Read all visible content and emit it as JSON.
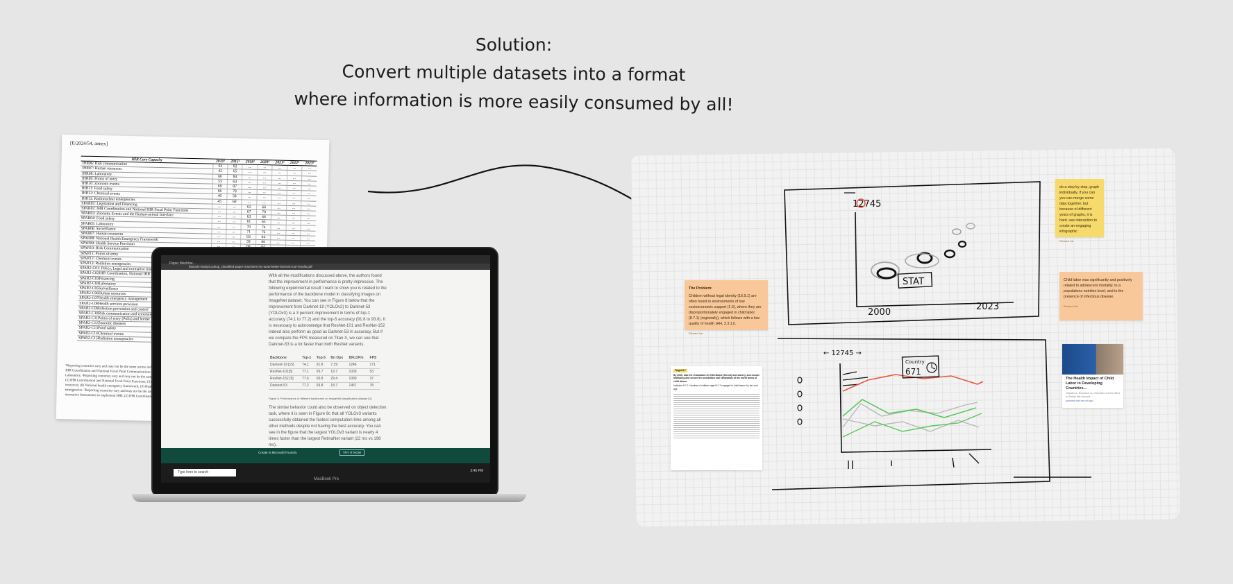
{
  "headline": {
    "line1": "Solution:",
    "line2": "Convert multiple datasets into a format",
    "line3": "where information is more easily consumed by all!"
  },
  "paper": {
    "ref": "[E/2024/54, annex]",
    "title": "IHR Core Capacity",
    "columns": [
      "2010¹",
      "2015¹",
      "2018²",
      "2020²",
      "2021²",
      "2022²",
      "2023²"
    ],
    "rows": [
      {
        "name": "IHR06: Risk communication",
        "v": [
          "63",
          "82",
          "...",
          "...",
          "...",
          "...",
          "..."
        ]
      },
      {
        "name": "IHR07: Human resources",
        "v": [
          "42",
          "65",
          "...",
          "...",
          "...",
          "...",
          "..."
        ]
      },
      {
        "name": "IHR08: Laboratory",
        "v": [
          "66",
          "84",
          "...",
          "...",
          "...",
          "...",
          "..."
        ]
      },
      {
        "name": "IHR09: Points of entry",
        "v": [
          "53",
          "63",
          "...",
          "...",
          "...",
          "...",
          "..."
        ]
      },
      {
        "name": "IHR10: Zoonotic events",
        "v": [
          "69",
          "87",
          "...",
          "...",
          "...",
          "...",
          "..."
        ]
      },
      {
        "name": "IHR11: Food safety",
        "v": [
          "66",
          "78",
          "...",
          "...",
          "...",
          "...",
          "..."
        ]
      },
      {
        "name": "IHR12: Chemical events",
        "v": [
          "40",
          "58",
          "...",
          "...",
          "...",
          "...",
          "..."
        ]
      },
      {
        "name": "IHR13: Radionuclear emergencies",
        "v": [
          "45",
          "60",
          "...",
          "...",
          "...",
          "...",
          "..."
        ]
      },
      {
        "name": "SPAR01: Legislation and Financing",
        "v": [
          "...",
          "...",
          "62",
          "66",
          "...",
          "...",
          "..."
        ]
      },
      {
        "name": "SPAR02: IHR Coordination and National IHR Focal Point Functions",
        "v": [
          "...",
          "...",
          "67",
          "70",
          "...",
          "...",
          "..."
        ]
      },
      {
        "name": "SPAR03: Zoonotic Events and the Human-animal Interface",
        "v": [
          "...",
          "...",
          "63",
          "66",
          "...",
          "...",
          "..."
        ]
      },
      {
        "name": "SPAR04: Food safety",
        "v": [
          "...",
          "...",
          "61",
          "65",
          "...",
          "...",
          "..."
        ]
      },
      {
        "name": "SPAR05: Laboratory",
        "v": [
          "...",
          "...",
          "70",
          "74",
          "...",
          "...",
          "..."
        ]
      },
      {
        "name": "SPAR06: Surveillance",
        "v": [
          "...",
          "...",
          "71",
          "76",
          "...",
          "...",
          "..."
        ]
      },
      {
        "name": "SPAR07: Human resources",
        "v": [
          "...",
          "...",
          "63",
          "64",
          "...",
          "...",
          "..."
        ]
      },
      {
        "name": "SPAR08: National Health Emergency Framework",
        "v": [
          "...",
          "...",
          "59",
          "66",
          "...",
          "...",
          "..."
        ]
      },
      {
        "name": "SPAR09: Health Service Provision",
        "v": [
          "...",
          "...",
          "60",
          "64",
          "...",
          "...",
          "..."
        ]
      },
      {
        "name": "SPAR10: Risk Communication",
        "v": [
          "...",
          "...",
          "...",
          "...",
          "...",
          "...",
          "..."
        ]
      },
      {
        "name": "SPAR11: Points of entry",
        "v": [
          "...",
          "...",
          "...",
          "...",
          "...",
          "...",
          "..."
        ]
      },
      {
        "name": "SPAR12: Chemical events",
        "v": [
          "...",
          "...",
          "...",
          "...",
          "...",
          "...",
          "..."
        ]
      },
      {
        "name": "SPAR13: Radiation emergencies",
        "v": [
          "...",
          "...",
          "...",
          "...",
          "...",
          "...",
          "..."
        ]
      },
      {
        "name": "SPAR2-C01: Policy, Legal and normative Instruments to implement IHR",
        "v": [
          "...",
          "...",
          "...",
          "...",
          "...",
          "...",
          "..."
        ]
      },
      {
        "name": "SPAR2-C02IHR Coordination, National IHR Focal Point functions and advocacy",
        "v": [
          "...",
          "...",
          "...",
          "...",
          "...",
          "...",
          "..."
        ]
      },
      {
        "name": "SPAR2-C03Financing",
        "v": [
          "...",
          "...",
          "...",
          "...",
          "...",
          "...",
          "..."
        ]
      },
      {
        "name": "SPAR2-C04Laboratory",
        "v": [
          "...",
          "...",
          "...",
          "...",
          "...",
          "...",
          "..."
        ]
      },
      {
        "name": "SPAR2-C05Surveillance",
        "v": [
          "...",
          "...",
          "...",
          "...",
          "...",
          "...",
          "..."
        ]
      },
      {
        "name": "SPAR2-C06Human resources",
        "v": [
          "...",
          "...",
          "...",
          "...",
          "...",
          "...",
          "..."
        ]
      },
      {
        "name": "SPAR2-C07Health emergency management",
        "v": [
          "...",
          "...",
          "...",
          "...",
          "...",
          "...",
          "..."
        ]
      },
      {
        "name": "SPAR2-C08Health services provision",
        "v": [
          "...",
          "...",
          "...",
          "...",
          "...",
          "...",
          "..."
        ]
      },
      {
        "name": "SPAR2-C09Infection prevention and control",
        "v": [
          "...",
          "...",
          "...",
          "...",
          "...",
          "...",
          "..."
        ]
      },
      {
        "name": "SPAR2-C10Risk communication and community engagement (RCCE)",
        "v": [
          "...",
          "...",
          "...",
          "...",
          "...",
          "...",
          "..."
        ]
      },
      {
        "name": "SPAR2-C11Points of entry (PoEs) and border health",
        "v": [
          "...",
          "...",
          "...",
          "...",
          "...",
          "...",
          "..."
        ]
      },
      {
        "name": "SPAR2-C12Zoonotic diseases",
        "v": [
          "...",
          "...",
          "...",
          "...",
          "...",
          "...",
          "..."
        ]
      },
      {
        "name": "SPAR2-C13Food safety",
        "v": [
          "...",
          "...",
          "...",
          "...",
          "...",
          "...",
          "..."
        ]
      },
      {
        "name": "SPAR2-C14Chemical events",
        "v": [
          "...",
          "...",
          "...",
          "...",
          "...",
          "...",
          "..."
        ]
      },
      {
        "name": "SPAR2-C15Radiation emergencies",
        "v": [
          "...",
          "...",
          "...",
          "...",
          "...",
          "...",
          "..."
        ]
      }
    ],
    "notes": "¹Reporting countries vary and may not be the same across indicators. Percentage of attributes of the following 8 core capacities: (1) National Legislation, Policy and Financing; (2) IHR Coordination and National Focal Point Communications and Advocacy; (3) Surveillance; (4) Response; (5) Preparedness; (6) Risk Communication; (7) Human resources; (8) Laboratory. ²Reporting countries vary and may not be the same across indicators. IHR State Parties Self-Assessment Annual Reporting (SPAR) tool: (1) Legislation and financing; (2) IHR Coordination and National Focal Point Functions; (3) Zoonotic events and the human-animal interface; (4) Food safety; (5) Laboratory; (6) Surveillance; (7) Human resources; (8) National health emergency framework; (9) Health service provision; (10) Risk communication; (11) Points of entry; (12) Chemical events; (13) Radiation emergencies. ³Reporting countries vary and may not be the same across indicators. IHR State Party Self-Assessment Annual Reporting (SPAR) second edition: (1) Policy, legal and normative Instruments to implement IHR; (2) IHR Coordination, National IHR Focal Point functions and advocacy."
  },
  "laptop": {
    "tab": "Paper Machine...",
    "url": "fastonly-Daisy/Lookup_classified-paper-machines-mc-wow-better-hot-test-tool-results.pdf",
    "body1": "With all the modifications discussed above, the authors found that the improvement in performance is pretty impressive. The following experimental result I want to show you is related to the performance of the backbone model in classifying images on ImageNet dataset. You can see in Figure 8 below that the improvement from Darknet-19 (YOLOv2) to Darknet-53 (YOLOv3) is a 3 percent improvement in terms of top-1 accuracy (74.1 to 77.2) and the top-5 accuracy (91.8 to 93.8). It is necessary to acknowledge that ResNet-101 and ResNet-152 indeed also perform as good as Darknet-53 in accuracy. But if we compare the FPS measured on Titan X, we can see that Darknet-53 is a lot faster than both ResNet variants.",
    "table_header": [
      "Backbone",
      "Top-1",
      "Top-5",
      "Bn Ops",
      "BFLOP/s",
      "FPS"
    ],
    "table_rows": [
      [
        "Darknet-19 [15]",
        "74.1",
        "91.8",
        "7.29",
        "1246",
        "171"
      ],
      [
        "ResNet-101[5]",
        "77.1",
        "93.7",
        "19.7",
        "1039",
        "53"
      ],
      [
        "ResNet-152 [5]",
        "77.6",
        "93.8",
        "29.4",
        "1090",
        "37"
      ],
      [
        "Darknet-53",
        "77.2",
        "93.8",
        "18.7",
        "1457",
        "78"
      ]
    ],
    "caption": "Figure 8. Performance of different backbones on ImageNet classification dataset [3].",
    "body2": "The similar behavior could also be observed on object detection task, where it is seen in Figure 9c that all YOLOv3 variants successfully obtained the fastest computation time among all other methods despite not having the best accuracy. You can see in the figure that the largest YOLOv3 variant is nearly 4 times faster than the largest RetinaNet variant (22 ms vs 198 ms).",
    "toast": "Create in Microsoft Foundry",
    "toast_button": "TRY IT NOW",
    "search": "Type here to search",
    "clock": "3:45 PM",
    "model": "MacBook Pro"
  },
  "whiteboard": {
    "sketch1_label": "12745",
    "sketch1_stat": "STAT",
    "sketch1_x0": "2000",
    "sketch1_x1": "2023",
    "sketch2_label": "← 12745 →",
    "sketch2_box": "Country",
    "sketch2_value": "671",
    "sticky_problem_title": "The Problem:",
    "sticky_problem": "Children without legal identity (16.9.1) are often found in environments of low socioeconomic support (1.3), where they are disproportionately engaged in child labor (8.7.1) (regionally), which follows with a low quality of health (HH, 3.3.1.i).",
    "sticky_problem_author": "Richard Lai",
    "sticky_step": "do a step by step, graph individually, if you can you can merge some data together, but because of different years of graphs, it is hard. use interaction to create an engaging infographic",
    "sticky_step_author": "Richard Lai",
    "sticky_child": "Child labor was significantly and positively related to adolescent mortality, to a populations nutrition level, and to the presence of infectious disease.",
    "sticky_child_author": "Richard Lai",
    "doc_badge": "Target 8.7",
    "doc_title": "By 2030, take the eradication of child labour (forced) and slavery, and human trafficking and secure the prohibition and elimination of the worst forms of child labour.",
    "doc_sub": "Indicator 8.7.1: Number of children aged 5-17 engaged in child labour by sex and age",
    "card_title": "The Health Impact of Child Labor in Developing Countries...",
    "card_desc": "Objectives. Research on child labor and its effect on health has focused...",
    "card_link": "pubmed.ncbi.nlm.nih.gov"
  },
  "colors": {
    "background": "#e6e6e6",
    "board": "#f2f2f2",
    "sticky_orange": "#f9c89a",
    "sticky_yellow": "#f6da6b",
    "sketch_red": "#e8553a",
    "sketch_green": "#5cc85c"
  }
}
